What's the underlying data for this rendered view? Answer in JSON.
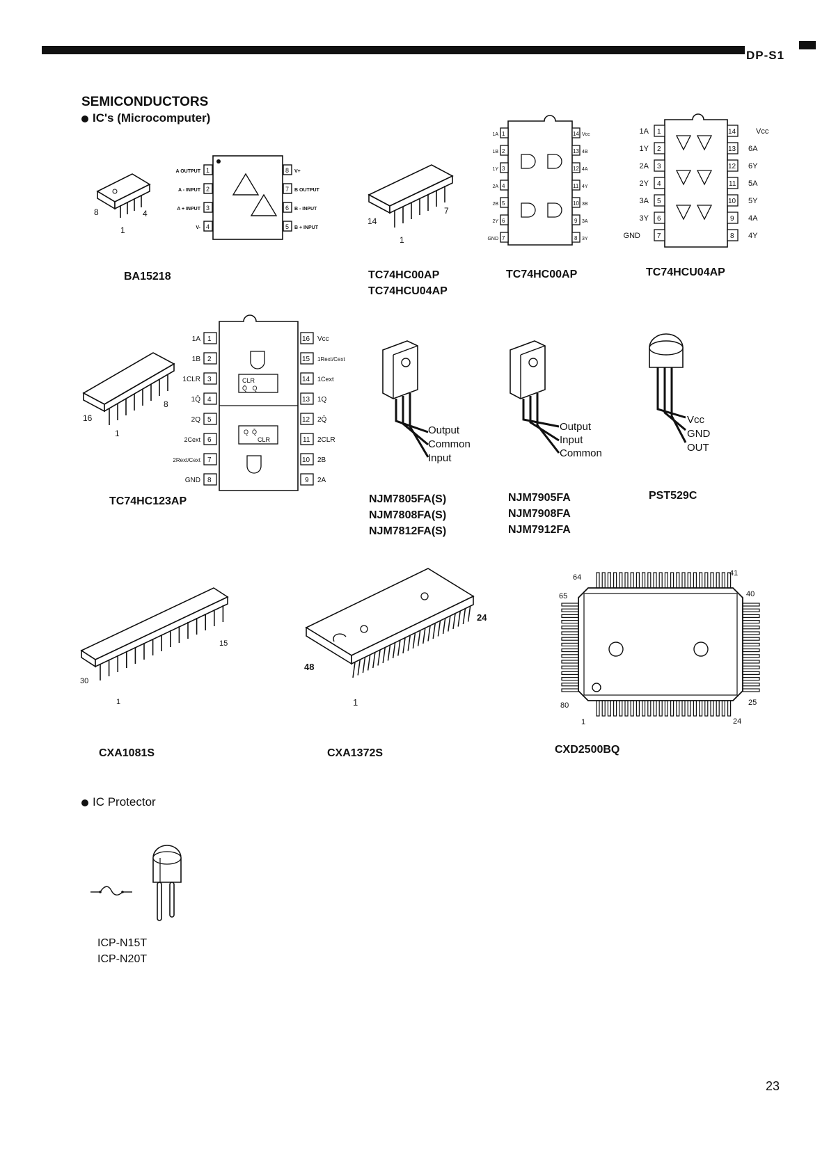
{
  "header": {
    "model": "DP-S1"
  },
  "section_title": "SEMICONDUCTORS",
  "groups": {
    "microcomputer": "IC's (Microcomputer)",
    "protector": "IC Protector"
  },
  "parts": {
    "ba15218": {
      "label": "BA15218",
      "pins": [
        "A OUTPUT",
        "A - INPUT",
        "A + INPUT",
        "V-",
        "V+",
        "B OUTPUT",
        "B - INPUT",
        "B + INPUT"
      ]
    },
    "tc74hc00ap_pkg": {
      "labels": [
        "TC74HC00AP",
        "TC74HCU04AP"
      ]
    },
    "tc74hc00ap": {
      "label": "TC74HC00AP",
      "left": [
        "1A",
        "1B",
        "1Y",
        "2A",
        "2B",
        "2Y",
        "GND"
      ],
      "right": [
        "Vcc",
        "4B",
        "4A",
        "4Y",
        "3B",
        "3A",
        "3Y"
      ]
    },
    "tc74hcu04ap": {
      "label": "TC74HCU04AP",
      "left": [
        "1A",
        "1Y",
        "2A",
        "2Y",
        "3A",
        "3Y",
        "GND"
      ],
      "right": [
        "Vcc",
        "6A",
        "6Y",
        "5A",
        "5Y",
        "4A",
        "4Y"
      ]
    },
    "tc74hc123ap": {
      "label": "TC74HC123AP",
      "left": [
        "1A",
        "1B",
        "1CLR",
        "1Q̄",
        "2Q",
        "2Cext",
        "2Rext/Cext",
        "GND"
      ],
      "right": [
        "Vcc",
        "1Rext/Cext",
        "1Cext",
        "1Q",
        "2Q̄",
        "2CLR",
        "2B",
        "2A"
      ]
    },
    "njm78": {
      "labels": [
        "NJM7805FA(S)",
        "NJM7808FA(S)",
        "NJM7812FA(S)"
      ],
      "pins": [
        "Output",
        "Common",
        "Input"
      ]
    },
    "njm79": {
      "labels": [
        "NJM7905FA",
        "NJM7908FA",
        "NJM7912FA"
      ],
      "pins": [
        "Output",
        "Input",
        "Common"
      ]
    },
    "pst529c": {
      "label": "PST529C",
      "pins": [
        "Vcc",
        "GND",
        "OUT"
      ]
    },
    "cxa1081s": {
      "label": "CXA1081S",
      "pins": [
        "30",
        "15",
        "1"
      ]
    },
    "cxa1372s": {
      "label": "CXA1372S",
      "pins": [
        "48",
        "24",
        "1"
      ]
    },
    "cxd2500bq": {
      "label": "CXD2500BQ",
      "pins": [
        "64",
        "41",
        "65",
        "40",
        "80",
        "25",
        "1",
        "24"
      ]
    },
    "icp": {
      "labels": [
        "ICP-N15T",
        "ICP-N20T"
      ]
    }
  },
  "misc": {
    "pkg_ba": [
      "8",
      "4",
      "1"
    ],
    "pkg_14": [
      "14",
      "7",
      "1"
    ],
    "pkg_16": [
      "16",
      "8",
      "1"
    ]
  },
  "page_number": "23"
}
